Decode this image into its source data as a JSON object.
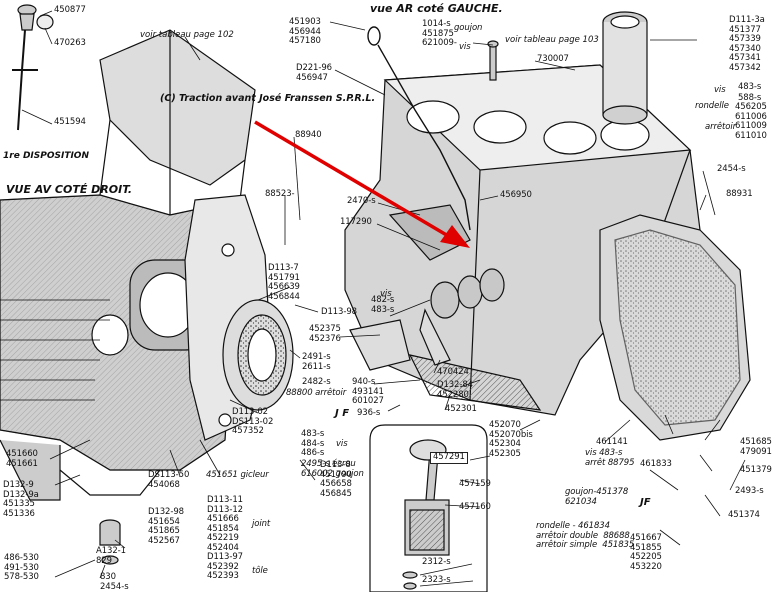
{
  "headers": {
    "rear_left": "vue AR coté GAUCHE.",
    "front_right": "VUE AV COTÉ DROIT.",
    "first_disposition": "1re DISPOSITION"
  },
  "copyright": "(C)  Traction avant José Franssen  S.P.R.L.",
  "watermarks": [
    "J F",
    "JF"
  ],
  "notes": {
    "see_page_102": "voir tableau page 102",
    "see_page_103": "voir tableau page 103"
  },
  "labels": {
    "l450877": "450877",
    "l470263": "470263",
    "l451594": "451594",
    "l451903": "451903\n456944\n457180",
    "l1014": "1014-s\n451875\n621009-",
    "goujon_top": "goujon",
    "vis_top": "vis",
    "l730007": "730007",
    "l_right_top": "D111-3a\n451377\n457339\n457340\n457341\n457342",
    "l221_96": "D221-96\n456947",
    "l483_5": "483-s",
    "l588_5": "588-s",
    "vis_r": "vis",
    "rondelle_r": "rondelle",
    "arretoir_r": "arrêtoir",
    "l456205": "456205\n611006\n611009\n611010",
    "l88940": "88940",
    "l2454_top": "2454-s",
    "l88931": "88931",
    "l88523": "88523-",
    "l456950": "456950",
    "l2470": "2470-s",
    "l117290": "117290",
    "lD113_7": "D113-7\n451791\n456639\n456844",
    "lvis482": "vis",
    "l482_5": "482-s\n483-s",
    "lD113_98": "D113-98",
    "l452375": "452375\n452376",
    "l470424": "470424",
    "l2491": "2491-s\n2611-s",
    "l2482": "2482-s",
    "l88800": "88800 arrêtoir",
    "l940": "940-s\n493141\n601027",
    "lD132_84": "D132-84\n452280",
    "l936": "936-s",
    "l452301": "452301",
    "lD113_02": "D113-02\nDS113-02\n457352",
    "l483_484": "483-s\n484-s\n486-s",
    "vis_mid": "vis",
    "l2495": "2495-s écrou",
    "l616002": "616002 goujon",
    "l452070": "452070\n452070bis\n452304\n452305",
    "l461141": "461141",
    "l461141_sub": "vis 483-s\narrêt 88795",
    "l451685": "451685\n479091",
    "l451660": "451660\n451661",
    "l451651": "451651 gicleur",
    "lDS113_50": "DS113-50\n454068",
    "lD113_8": "D113-8\n451790\n456658\n456845",
    "l457291": "457291",
    "l461833": "461833",
    "l451379": "451379",
    "lD132_9": "D132-9\nD132-9a\n451335\n451336",
    "lA132": "A132-1\n829",
    "l486_530": "486-530\n491-530\n578-530",
    "l830": "830\n2454-s",
    "lD132_98": "D132-98\n451654\n451865\n452567",
    "lD113_11": "D113-11\nD113-12\n451666\n451854\n452219\n452404\nD113-97\n452392\n452393",
    "joint": "joint",
    "tole": "tôle",
    "l457159": "457159",
    "l457160": "457160",
    "l2312": "2312-s",
    "l2323": "2323-s",
    "l2493": "2493-s",
    "lgoujon451378": "goujon-451378\n621034",
    "l451374": "451374",
    "lrondelle461834": "rondelle - 461834\narrêtoir double  88688\narrêtoir simple  451835",
    "l451667": "451667\n451855\n452205\n453220"
  }
}
